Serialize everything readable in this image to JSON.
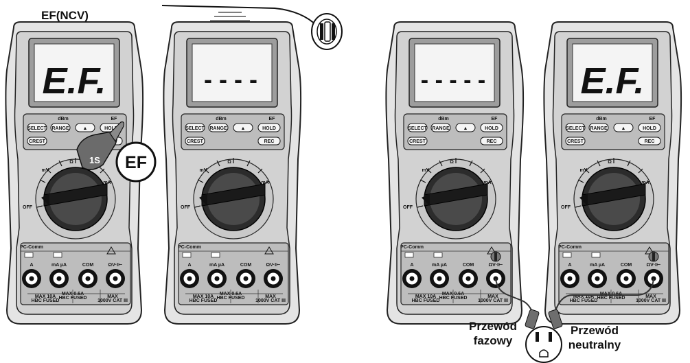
{
  "title": "EF(NCV)",
  "callout_hold": "1S",
  "callout_ef": "EF",
  "caption_phase_line1": "Przewód",
  "caption_phase_line2": "fazowy",
  "caption_neutral_line1": "Przewód",
  "caption_neutral_line2": "neutralny",
  "meter": {
    "button_select": "SELECT",
    "button_range": "RANGE",
    "button_up": "▲",
    "button_hold": "HOLD",
    "button_crest": "CREST",
    "button_rec": "REC",
    "hold_caption": "EF",
    "function_caption": "dBm",
    "off_label": "OFF",
    "pccomm_label": "PC-Comm",
    "terminal_a": "A",
    "terminal_ma": "mA µA",
    "terminal_com": "COM",
    "terminal_v": "ΩV·I⊢",
    "fuse_a_line1": "MAX 10A",
    "fuse_a_line2": "HBC FUSED",
    "fuse_ma_line1": "MAX 0.6A",
    "fuse_ma_line2": "HBC FUSED",
    "cat_line1": "MAX",
    "cat_line2": "1000V CAT III",
    "dial_v": "mV",
    "dial_ohm": "Ω",
    "dial_ma": "mA"
  },
  "displays": [
    {
      "id": "meter-1",
      "reading": "E.F."
    },
    {
      "id": "meter-2",
      "reading": "- - - -"
    },
    {
      "id": "meter-3",
      "reading": "- - - - -"
    },
    {
      "id": "meter-4",
      "reading": "E.F."
    }
  ]
}
